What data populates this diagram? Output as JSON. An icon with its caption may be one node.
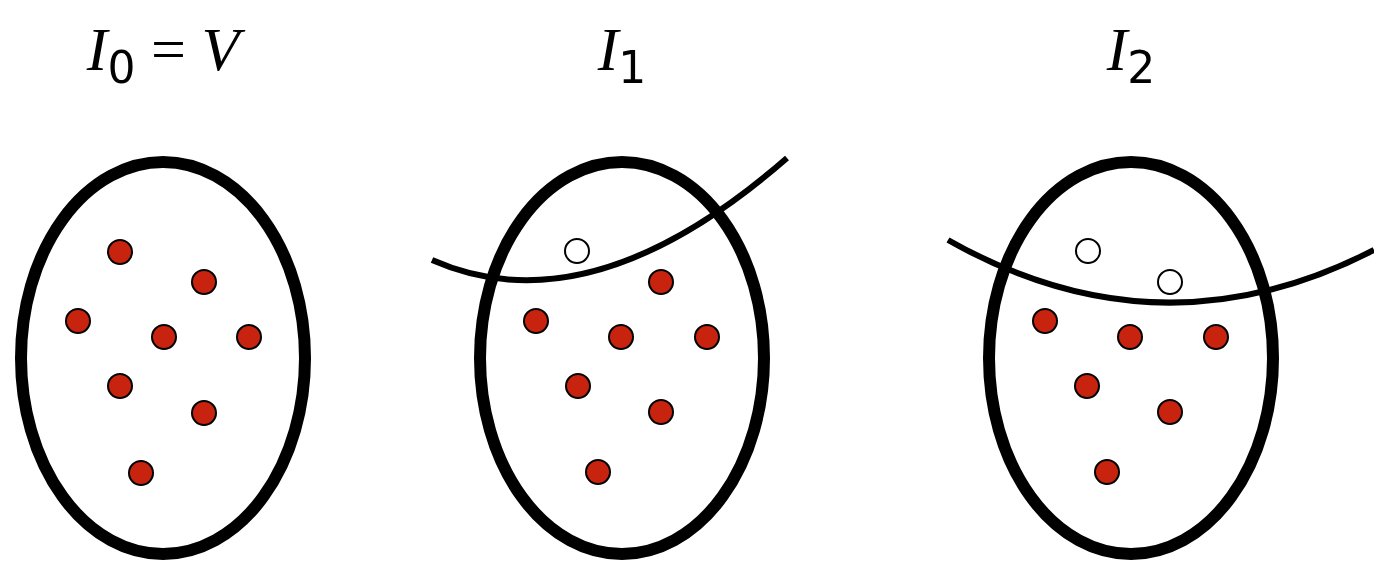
{
  "diagram": {
    "nodes": [
      {
        "text": [
          "*I*$_{0}$ = *V*"
        ]
      },
      {
        "text": [
          "*I*$_{1}$"
        ]
      },
      {
        "text": [
          "*I*$_{2}$"
        ]
      }
    ]
  }
}
